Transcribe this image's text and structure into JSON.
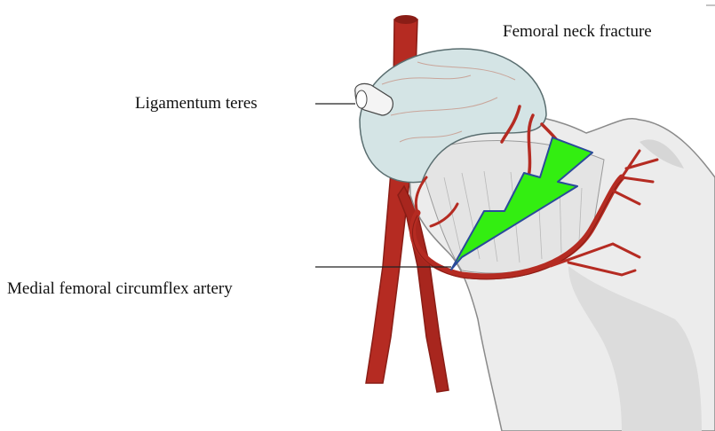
{
  "labels": {
    "fracture": "Femoral neck fracture",
    "ligament": "Ligamentum teres",
    "artery": "Medial femoral circumflex artery"
  },
  "colors": {
    "artery": "#b52b22",
    "artery_dark": "#8a1d16",
    "bone": "#ececec",
    "bone_shadow": "#d6d6d6",
    "capsule": "#d4e4e5",
    "fracture_bolt": "#33ee11",
    "fracture_outline": "#2a4a9a"
  }
}
